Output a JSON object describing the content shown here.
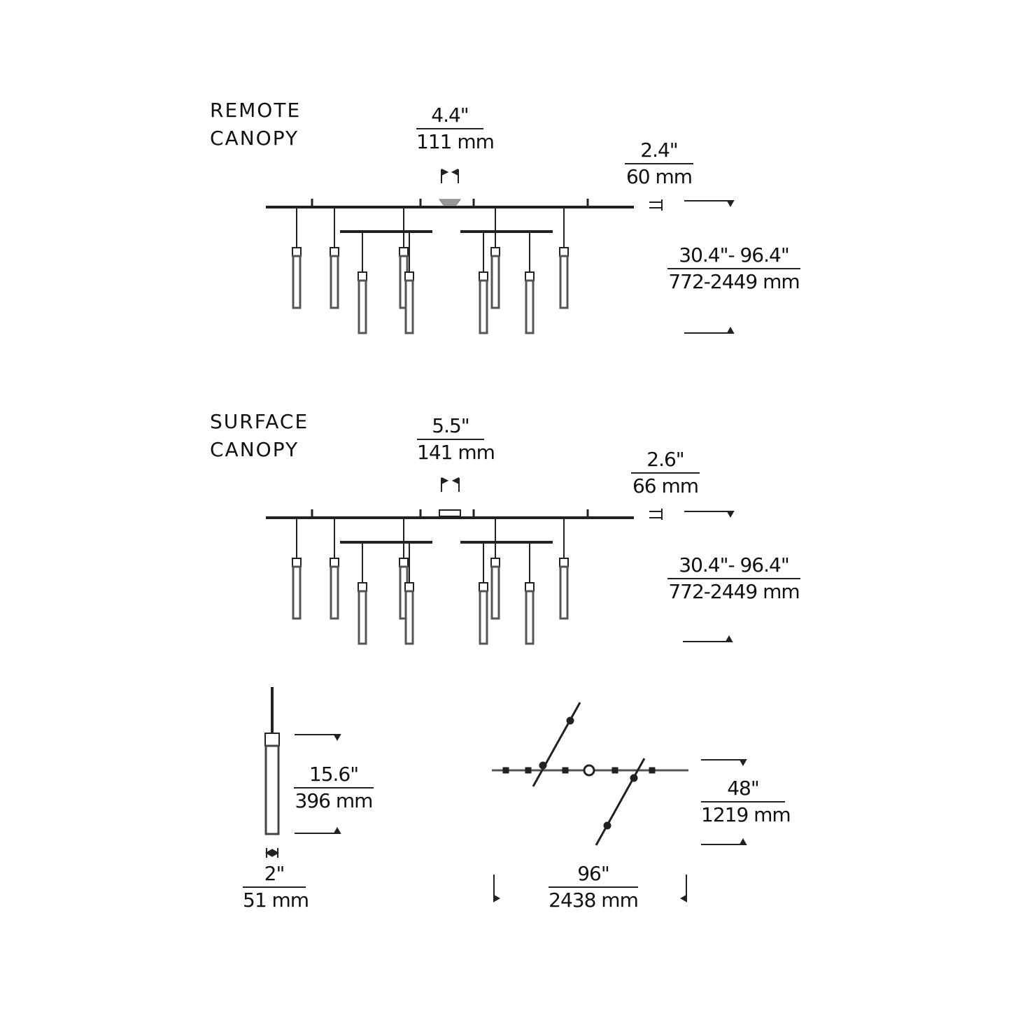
{
  "remote": {
    "title_line1": "REMOTE",
    "title_line2": "CANOPY",
    "canopy_in": "4.4\"",
    "canopy_mm": "111 mm",
    "height_in": "2.4\"",
    "height_mm": "60 mm",
    "drop_in": "30.4\"- 96.4\"",
    "drop_mm": "772-2449 mm"
  },
  "surface": {
    "title_line1": "SURFACE",
    "title_line2": "CANOPY",
    "canopy_in": "5.5\"",
    "canopy_mm": "141 mm",
    "height_in": "2.6\"",
    "height_mm": "66 mm",
    "drop_in": "30.4\"- 96.4\"",
    "drop_mm": "772-2449 mm"
  },
  "pendant": {
    "length_in": "15.6\"",
    "length_mm": "396 mm",
    "width_in": "2\"",
    "width_mm": "51 mm"
  },
  "plan": {
    "depth_in": "48\"",
    "depth_mm": "1219 mm",
    "length_in": "96\"",
    "length_mm": "2438 mm"
  },
  "colors": {
    "line": "#222222",
    "pendant": "#555555"
  }
}
